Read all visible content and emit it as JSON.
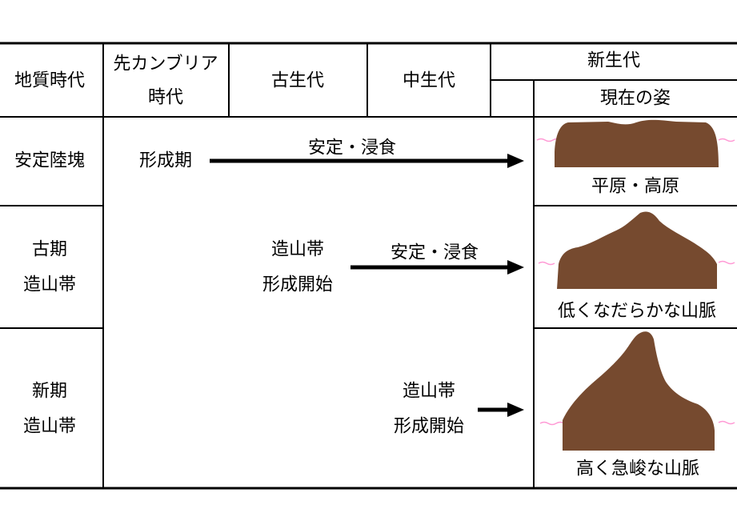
{
  "header": {
    "geologic_era_label": "地質時代",
    "precambrian_line1": "先カンブリア",
    "precambrian_line2": "時代",
    "paleozoic": "古生代",
    "mesozoic": "中生代",
    "cenozoic": "新生代",
    "present_form": "現在の姿"
  },
  "rows": [
    {
      "category": [
        "安定陸塊"
      ],
      "process_lines": [
        "形成期"
      ],
      "arrow_label": "安定・浸食",
      "result": "平原・高原"
    },
    {
      "category": [
        "古期",
        "造山帯"
      ],
      "process_lines": [
        "造山帯",
        "形成開始"
      ],
      "arrow_label": "安定・浸食",
      "result": "低くなだらかな山脈"
    },
    {
      "category": [
        "新期",
        "造山帯"
      ],
      "process_lines": [
        "造山帯",
        "形成開始"
      ],
      "arrow_label": "",
      "result": "高く急峻な山脈"
    }
  ],
  "colors": {
    "landform": "#764a2f",
    "water": "#ff9ad5",
    "lines": "#000000"
  }
}
